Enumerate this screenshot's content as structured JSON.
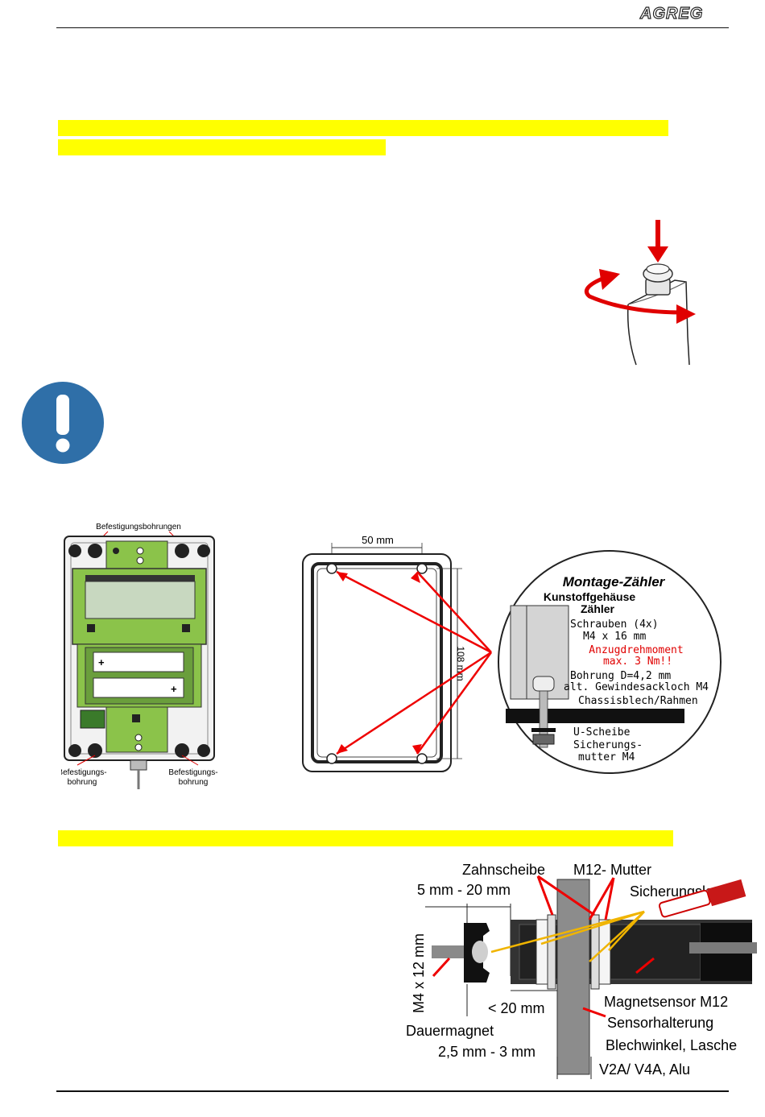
{
  "header": {
    "brand": "AGREG"
  },
  "diagram_pcb": {
    "label_top": "Befestigungsbohrungen",
    "label_bottom_left": [
      "Befestigungs-",
      "bohrung"
    ],
    "label_bottom_right": [
      "Befestigungs-",
      "bohrung"
    ],
    "battery_plus": "+"
  },
  "diagram_case": {
    "width_dim": "50 mm",
    "height_dim": "108 mm"
  },
  "diagram_mount": {
    "title": "Montage-Zähler",
    "housing": [
      "Kunstoffgehäuse",
      "Zähler"
    ],
    "screws": [
      "Schrauben (4x)",
      "M4 x 16 mm"
    ],
    "torque": [
      "Anzugdrehmoment",
      "max. 3 Nm!!"
    ],
    "bore": [
      "Bohrung D=4,2 mm",
      "alt. Gewindesackloch M4",
      "Chassisblech/Rahmen"
    ],
    "washer": "U-Scheibe",
    "nut": [
      "Sicherungs-",
      "mutter M4"
    ]
  },
  "diagram_sensor": {
    "toothed_washer": "Zahnscheibe",
    "nut": "M12- Mutter",
    "gap": "5 mm - 20 mm",
    "lacquer": "Sicherungslack",
    "screw": "M4 x 12 mm",
    "dist": "< 20 mm",
    "sensor": "Magnetsensor M12",
    "holder": "Sensorhalterung",
    "bracket": "Blechwinkel, Lasche",
    "thickness": "2,5 mm - 3 mm",
    "material": "V2A/ V4A, Alu",
    "magnet": "Dauermagnet"
  }
}
